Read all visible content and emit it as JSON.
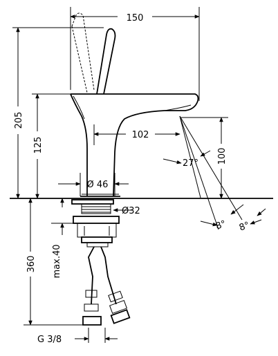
{
  "dimensions": {
    "overall_width": "150",
    "overall_height": "205",
    "spout_height": "125",
    "spout_reach": "102",
    "base_diameter": "Ø 46",
    "spray_drop": "100",
    "spray_angle": "27°",
    "angle_left": "8°",
    "angle_right": "8°",
    "shank_diameter": "Ø32",
    "below_deck_length": "360",
    "max_deck_thickness": "max.40",
    "connection_thread": "G 3/8"
  }
}
